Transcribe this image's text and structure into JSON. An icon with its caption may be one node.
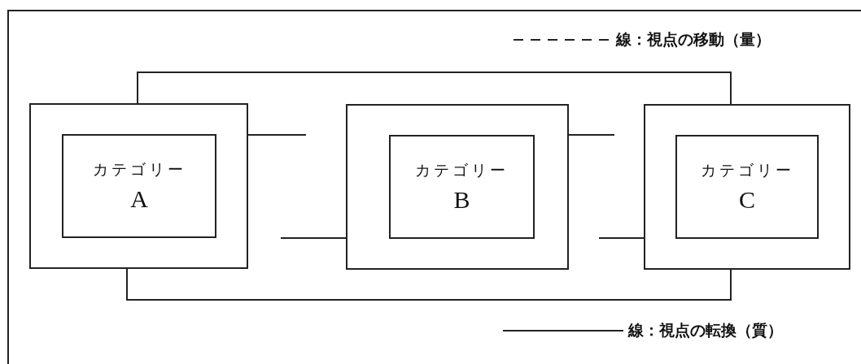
{
  "diagram": {
    "nodes": [
      {
        "text": [],
        "shape": "box"
      },
      {
        "text": [
          "カテゴリー",
          "A"
        ],
        "in": 0
      },
      {
        "text": [],
        "shape": "box"
      },
      {
        "text": [
          "カテゴリー",
          "B"
        ],
        "in": 2
      },
      {
        "text": [],
        "shape": "box"
      },
      {
        "text": [
          "カテゴリー",
          "C"
        ],
        "in": 4
      }
    ],
    "edges": [
      {
        "from": 0,
        "to": 4,
        "arrow": "none"
      },
      {
        "from": 0,
        "to": 4,
        "arrow": "none"
      },
      {
        "from": 0,
        "to": null,
        "arrow": "none"
      },
      {
        "from": null,
        "to": 2,
        "arrow": "none"
      },
      {
        "from": 2,
        "to": null,
        "arrow": "none"
      },
      {
        "from": null,
        "to": 4,
        "arrow": "none"
      }
    ],
    "legend": [
      {
        "text": "線：視点の移動（量）"
      },
      {
        "text": "線：視点の転換（質）"
      }
    ]
  }
}
